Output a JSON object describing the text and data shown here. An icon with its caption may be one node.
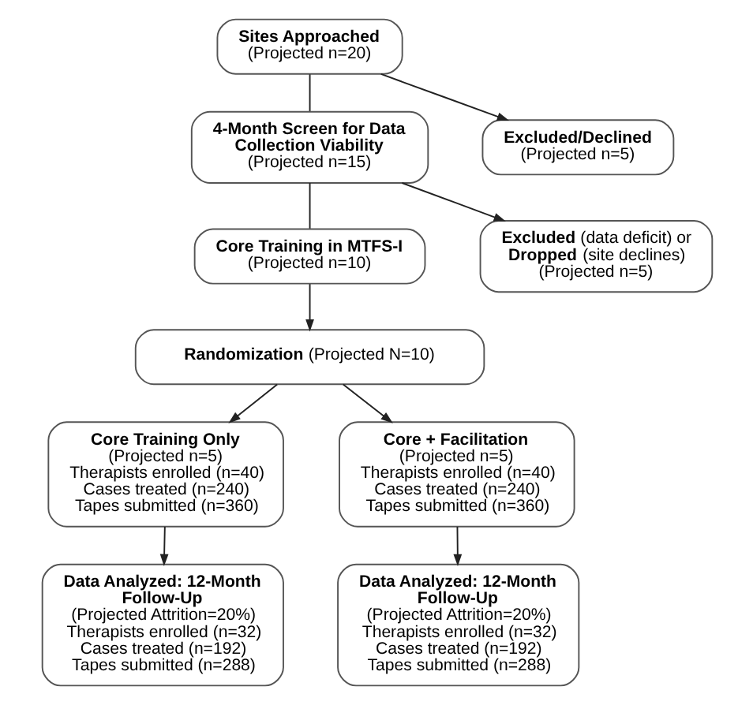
{
  "diagram": {
    "nodes": [
      {
        "text": [
          "Sites Approached",
          "(Projected n=20)"
        ]
      },
      {
        "text": [
          "4-Month Screen for Data Collection Viability",
          "(Projected n=15)"
        ]
      },
      {
        "text": [
          "Excluded/Declined",
          "(Projected n=5)"
        ]
      },
      {
        "text": [
          "Core Training in MTFS-I",
          "(Projected n=10)"
        ]
      },
      {
        "text": [
          "**Excluded** (data deficit) or **Dropped** (site declines)",
          "(Projected n=5)"
        ]
      },
      {
        "text": [
          "**Randomization** (Projected N=10)"
        ]
      },
      {
        "text": [
          "Core Training Only",
          "(Projected n=5)",
          "Therapists enrolled (n=40)",
          "Cases treated (n=240)",
          "Tapes submitted (n=360)"
        ]
      },
      {
        "text": [
          "Core + Facilitation",
          "(Projected n=5)",
          "Therapists enrolled (n=40)",
          "Cases treated (n=240)",
          "Tapes submitted (n=360)"
        ]
      },
      {
        "text": [
          "Data Analyzed: 12-Month Follow-Up",
          "(Projected Attrition=20%)",
          "Therapists enrolled (n=32)",
          "Cases treated (n=192)",
          "Tapes submitted (n=288)"
        ]
      },
      {
        "text": [
          "Data Analyzed: 12-Month Follow-Up",
          "(Projected Attrition=20%)",
          "Therapists enrolled (n=32)",
          "Cases treated (n=192)",
          "Tapes submitted (n=288)"
        ]
      }
    ],
    "edges": [
      {
        "from": 0,
        "to": 1,
        "arrow": "none"
      },
      {
        "from": 0,
        "to": 2,
        "arrow": "to"
      },
      {
        "from": 1,
        "to": 3,
        "arrow": "none"
      },
      {
        "from": 1,
        "to": 4,
        "arrow": "to"
      },
      {
        "from": 3,
        "to": 5,
        "arrow": "to"
      },
      {
        "from": 5,
        "to": 6,
        "arrow": "to"
      },
      {
        "from": 5,
        "to": 7,
        "arrow": "to"
      },
      {
        "from": 6,
        "to": 8,
        "arrow": "to"
      },
      {
        "from": 7,
        "to": 9,
        "arrow": "to"
      }
    ]
  }
}
